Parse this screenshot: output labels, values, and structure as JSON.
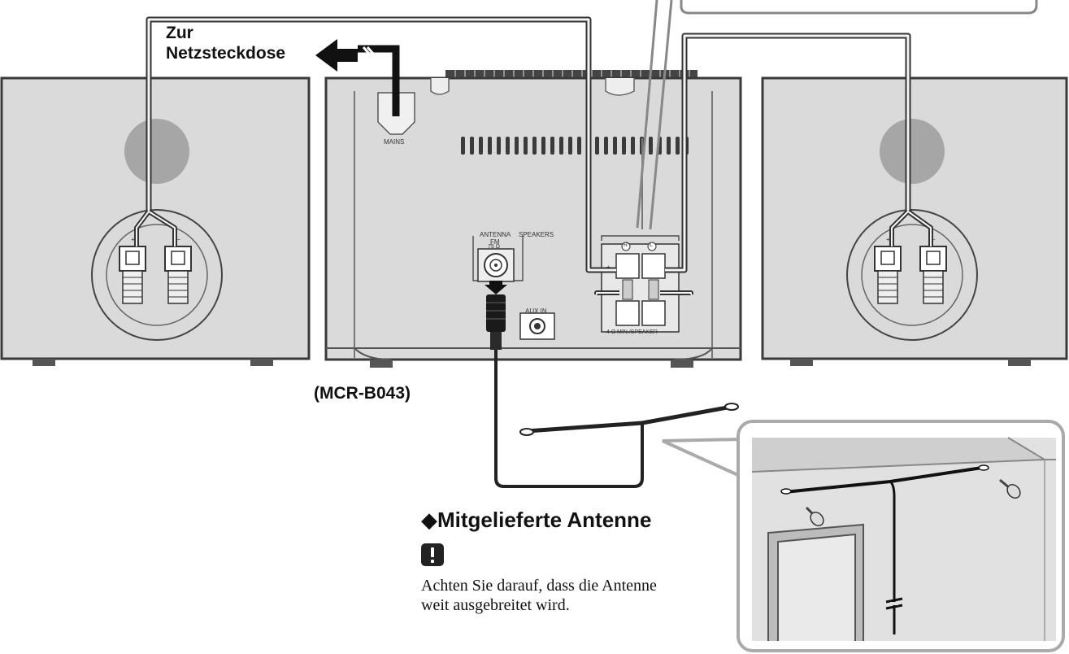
{
  "labels": {
    "power_outlet_line1": "Zur",
    "power_outlet_line2": "Netzsteckdose",
    "model": "(MCR-B043)",
    "antenna_heading": "◆Mitgelieferte Antenne",
    "note_line1": "Achten Sie darauf, dass die Antenne",
    "note_line2": "weit ausgebreitet wird.",
    "mains": "MAINS",
    "antenna_panel": "ANTENNA",
    "fm": "FM",
    "ohm": "75 Ω",
    "speakers": "SPEAKERS",
    "right_ch": "R",
    "left_ch": "L",
    "aux_in": "AUX IN",
    "speaker_impedance": "4 Ω MIN./SPEAKER",
    "plus": "+",
    "minus": "−"
  },
  "icons": [
    "caution-icon",
    "arrow-left-icon"
  ],
  "colors": {
    "panel": "#dadada",
    "panel_dark": "#bcbcbc",
    "line": "#3a3a3a",
    "cable": "#222222"
  }
}
